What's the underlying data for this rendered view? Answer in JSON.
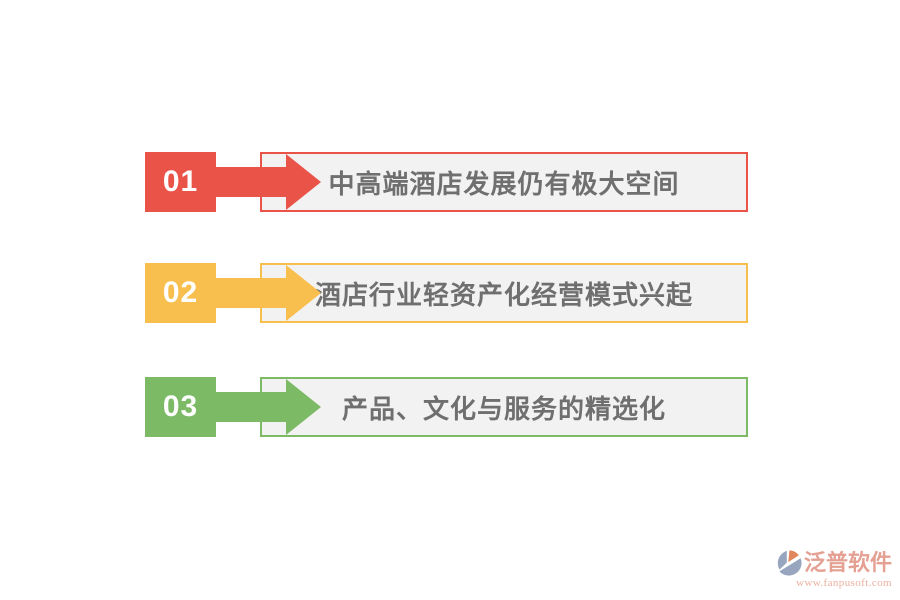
{
  "palette": {
    "page-bg": "#ffffff",
    "box-bg": "#f2f2f2",
    "box-text": "#6f6f6f",
    "wm-brand": "#e4a193",
    "wm-url": "#ebb0a0",
    "wm-blue": "#97a6be",
    "wm-salmon": "#e0875f"
  },
  "items": [
    {
      "number": "01",
      "label": "中高端酒店发展仍有极大空间",
      "color": "#ea5348"
    },
    {
      "number": "02",
      "label": "酒店行业轻资产化经营模式兴起",
      "color": "#f8be4e"
    },
    {
      "number": "03",
      "label": "产品、文化与服务的精选化",
      "color": "#7cba65"
    }
  ],
  "watermark": {
    "brand": "泛普软件",
    "url": "www.fanpusoft.com"
  }
}
